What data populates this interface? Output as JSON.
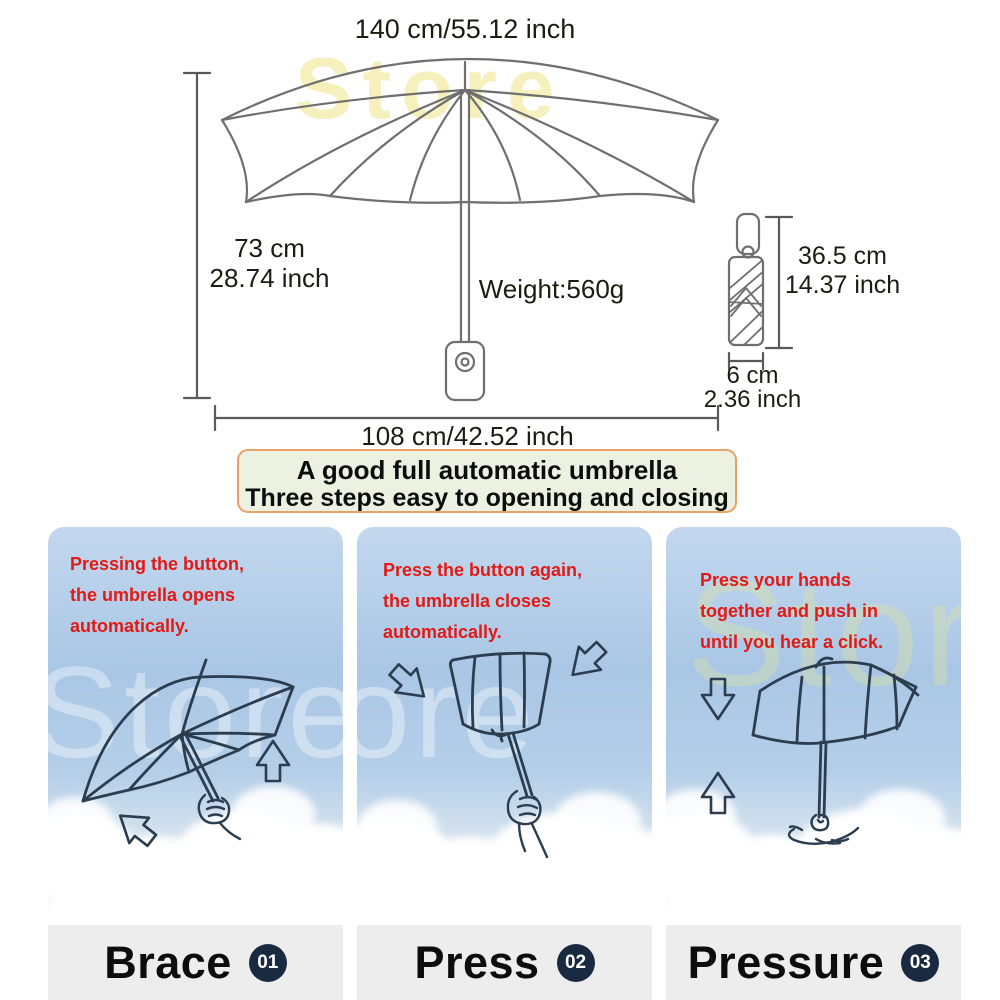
{
  "watermark": {
    "text": "Store"
  },
  "diagram": {
    "open_width": "140 cm/55.12 inch",
    "height_cm": "73 cm",
    "height_inch": "28.74 inch",
    "weight": "Weight:560g",
    "span_width": "108 cm/42.52 inch",
    "folded_height_cm": "36.5 cm",
    "folded_height_inch": "14.37 inch",
    "folded_width_cm": "6 cm",
    "folded_width_inch": "2.36 inch"
  },
  "banner": {
    "line1": "A good full automatic umbrella",
    "line2": "Three steps easy to opening and closing"
  },
  "steps": [
    {
      "lines": [
        "Pressing the button,",
        "the umbrella opens",
        "automatically."
      ],
      "label": "Brace",
      "badge": "01"
    },
    {
      "lines": [
        "Press the button again,",
        "the umbrella closes",
        "automatically."
      ],
      "label": "Press",
      "badge": "02"
    },
    {
      "lines": [
        "Press your hands",
        "together and push in",
        "until you hear a click."
      ],
      "label": "Pressure",
      "badge": "03"
    }
  ],
  "colors": {
    "instruction_red": "#e11a15",
    "sketch_navy": "#2c3d4f",
    "diagram_stroke": "#6f6f6f",
    "badge_navy": "#192a40",
    "banner_bg": "#edf1e2",
    "banner_border": "#e8a266",
    "sky_blue": "#a9c7e5",
    "panel_gray": "#ededed",
    "watermark_yellow": "#ece27a"
  }
}
